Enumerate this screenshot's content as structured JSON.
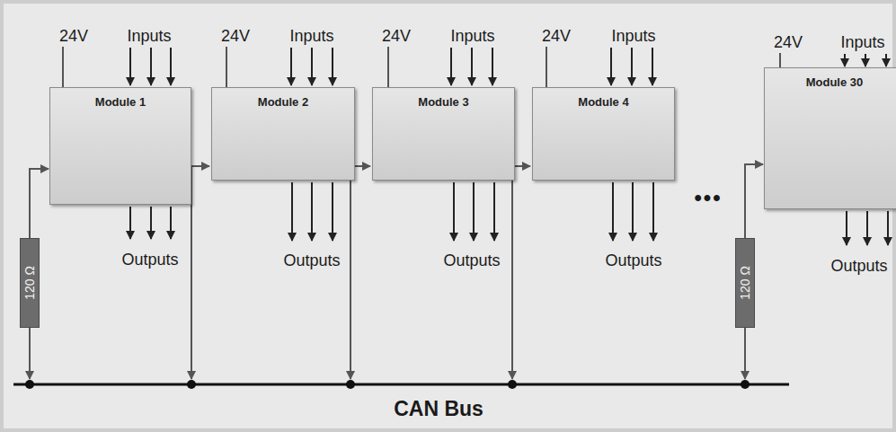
{
  "diagram": {
    "nodes": [
      {
        "text": [
          "Module 1"
        ]
      },
      {
        "text": [
          "Module 2"
        ]
      },
      {
        "text": [
          "Module 3"
        ]
      },
      {
        "text": [
          "Module 4"
        ]
      },
      {
        "text": [
          "Module 30"
        ]
      },
      {
        "text": [
          "120 Ω"
        ]
      },
      {
        "text": [
          "120 Ω"
        ]
      }
    ],
    "edges": [
      {
        "from": 5,
        "to": 0,
        "arrow": "to"
      },
      {
        "from": 6,
        "to": 4,
        "arrow": "to"
      }
    ],
    "labels": [
      "24V",
      "Inputs",
      "24V",
      "Inputs",
      "24V",
      "Inputs",
      "24V",
      "Inputs",
      "24V",
      "Inputs",
      "•••",
      "Outputs",
      "Outputs",
      "Outputs",
      "Outputs",
      "Outputs",
      "CAN Bus"
    ]
  }
}
